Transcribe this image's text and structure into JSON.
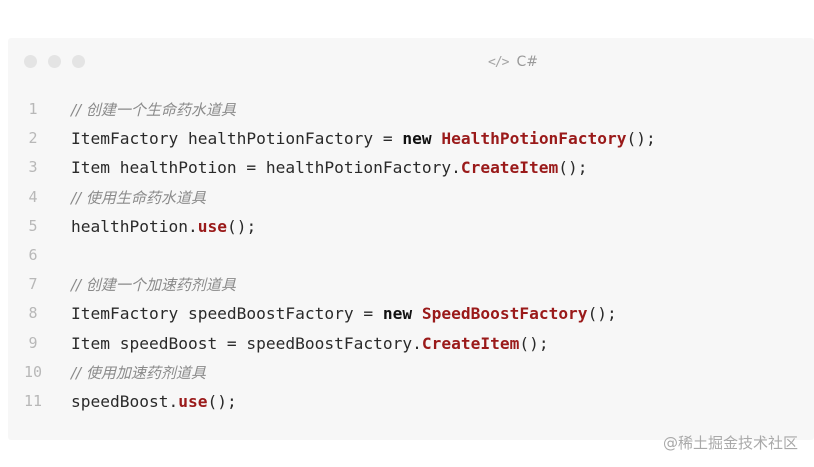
{
  "window": {
    "language_label": "C#",
    "language_icon": "code-brackets-icon",
    "dot_color": "#e4e4e4",
    "background": "#f7f7f7"
  },
  "colors": {
    "keyword": "#111111",
    "function": "#9a1a1a",
    "comment": "#8a8a8a",
    "line_number": "#b8b8b8"
  },
  "code_lines": [
    {
      "n": "1",
      "tokens": [
        {
          "t": "comment",
          "v": "// 创建一个生命药水道具"
        }
      ]
    },
    {
      "n": "2",
      "tokens": [
        {
          "t": "text",
          "v": "ItemFactory healthPotionFactory = "
        },
        {
          "t": "kw",
          "v": "new"
        },
        {
          "t": "text",
          "v": " "
        },
        {
          "t": "fn",
          "v": "HealthPotionFactory"
        },
        {
          "t": "text",
          "v": "();"
        }
      ]
    },
    {
      "n": "3",
      "tokens": [
        {
          "t": "text",
          "v": "Item healthPotion = healthPotionFactory."
        },
        {
          "t": "fn",
          "v": "CreateItem"
        },
        {
          "t": "text",
          "v": "();"
        }
      ]
    },
    {
      "n": "4",
      "tokens": [
        {
          "t": "comment",
          "v": "// 使用生命药水道具"
        }
      ]
    },
    {
      "n": "5",
      "tokens": [
        {
          "t": "text",
          "v": "healthPotion."
        },
        {
          "t": "fn",
          "v": "use"
        },
        {
          "t": "text",
          "v": "();"
        }
      ]
    },
    {
      "n": "6",
      "tokens": []
    },
    {
      "n": "7",
      "tokens": [
        {
          "t": "comment",
          "v": "// 创建一个加速药剂道具"
        }
      ]
    },
    {
      "n": "8",
      "tokens": [
        {
          "t": "text",
          "v": "ItemFactory speedBoostFactory = "
        },
        {
          "t": "kw",
          "v": "new"
        },
        {
          "t": "text",
          "v": " "
        },
        {
          "t": "fn",
          "v": "SpeedBoostFactory"
        },
        {
          "t": "text",
          "v": "();"
        }
      ]
    },
    {
      "n": "9",
      "tokens": [
        {
          "t": "text",
          "v": "Item speedBoost = speedBoostFactory."
        },
        {
          "t": "fn",
          "v": "CreateItem"
        },
        {
          "t": "text",
          "v": "();"
        }
      ]
    },
    {
      "n": "10",
      "tokens": [
        {
          "t": "comment",
          "v": "// 使用加速药剂道具"
        }
      ]
    },
    {
      "n": "11",
      "tokens": [
        {
          "t": "text",
          "v": "speedBoost."
        },
        {
          "t": "fn",
          "v": "use"
        },
        {
          "t": "text",
          "v": "();"
        }
      ]
    }
  ],
  "watermark": "@稀土掘金技术社区"
}
